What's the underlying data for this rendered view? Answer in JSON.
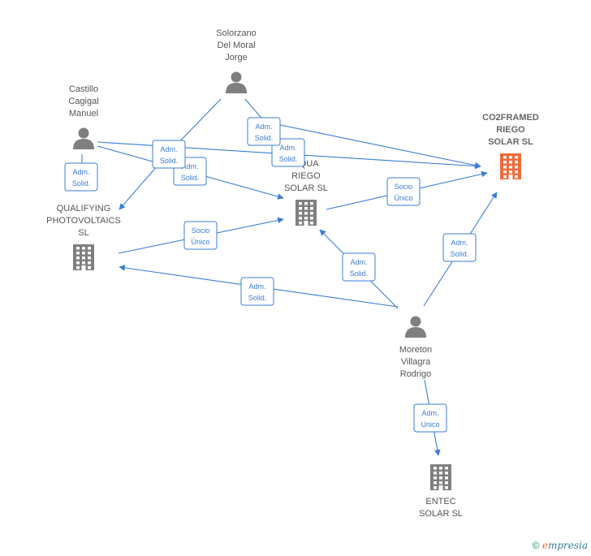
{
  "nodes": [
    {
      "id": "solorzano",
      "kind": "person",
      "lines": [
        "Solorzano",
        "Del Moral",
        "Jorge"
      ]
    },
    {
      "id": "castillo",
      "kind": "person",
      "lines": [
        "Castillo",
        "Cagigal",
        "Manuel"
      ]
    },
    {
      "id": "co2framed",
      "kind": "company",
      "main": true,
      "lines": [
        "CO2FRAMED",
        "RIEGO",
        "SOLAR  SL"
      ]
    },
    {
      "id": "aqua",
      "kind": "company",
      "lines": [
        "AQUA",
        "RIEGO",
        "SOLAR  SL"
      ]
    },
    {
      "id": "qualifying",
      "kind": "company",
      "lines": [
        "QUALIFYING",
        "PHOTOVOLTAICS",
        "SL"
      ]
    },
    {
      "id": "moreton",
      "kind": "person",
      "lines": [
        "Moreton",
        "Villagra",
        "Rodrigo"
      ]
    },
    {
      "id": "entec",
      "kind": "company",
      "lines": [
        "ENTEC",
        "SOLAR  SL"
      ]
    }
  ],
  "edges": [
    {
      "id": "castillo-co2",
      "label": [
        "Adm.",
        "Solid."
      ]
    },
    {
      "id": "solorzano-co2",
      "label": [
        "Adm.",
        "Solid."
      ]
    },
    {
      "id": "castillo-aqua",
      "label": [
        "Adm.",
        "Solid."
      ]
    },
    {
      "id": "solorzano-qual",
      "label": [
        "Adm.",
        "Solid."
      ]
    },
    {
      "id": "castillo-qual",
      "label": [
        "Adm.",
        "Solid."
      ]
    },
    {
      "id": "aqua-co2",
      "label": [
        "Socio",
        "Único"
      ]
    },
    {
      "id": "qual-aqua",
      "label": [
        "Socio",
        "Único"
      ]
    },
    {
      "id": "moreton-aqua",
      "label": [
        "Adm.",
        "Solid."
      ]
    },
    {
      "id": "moreton-qual",
      "label": [
        "Adm.",
        "Solid."
      ]
    },
    {
      "id": "moreton-co2",
      "label": [
        "Adm.",
        "Solid."
      ]
    },
    {
      "id": "moreton-entec",
      "label": [
        "Adm.",
        "Unico"
      ]
    }
  ],
  "watermark": {
    "symbol": "©",
    "brand_initial": "e",
    "brand_rest": "mpresia"
  }
}
